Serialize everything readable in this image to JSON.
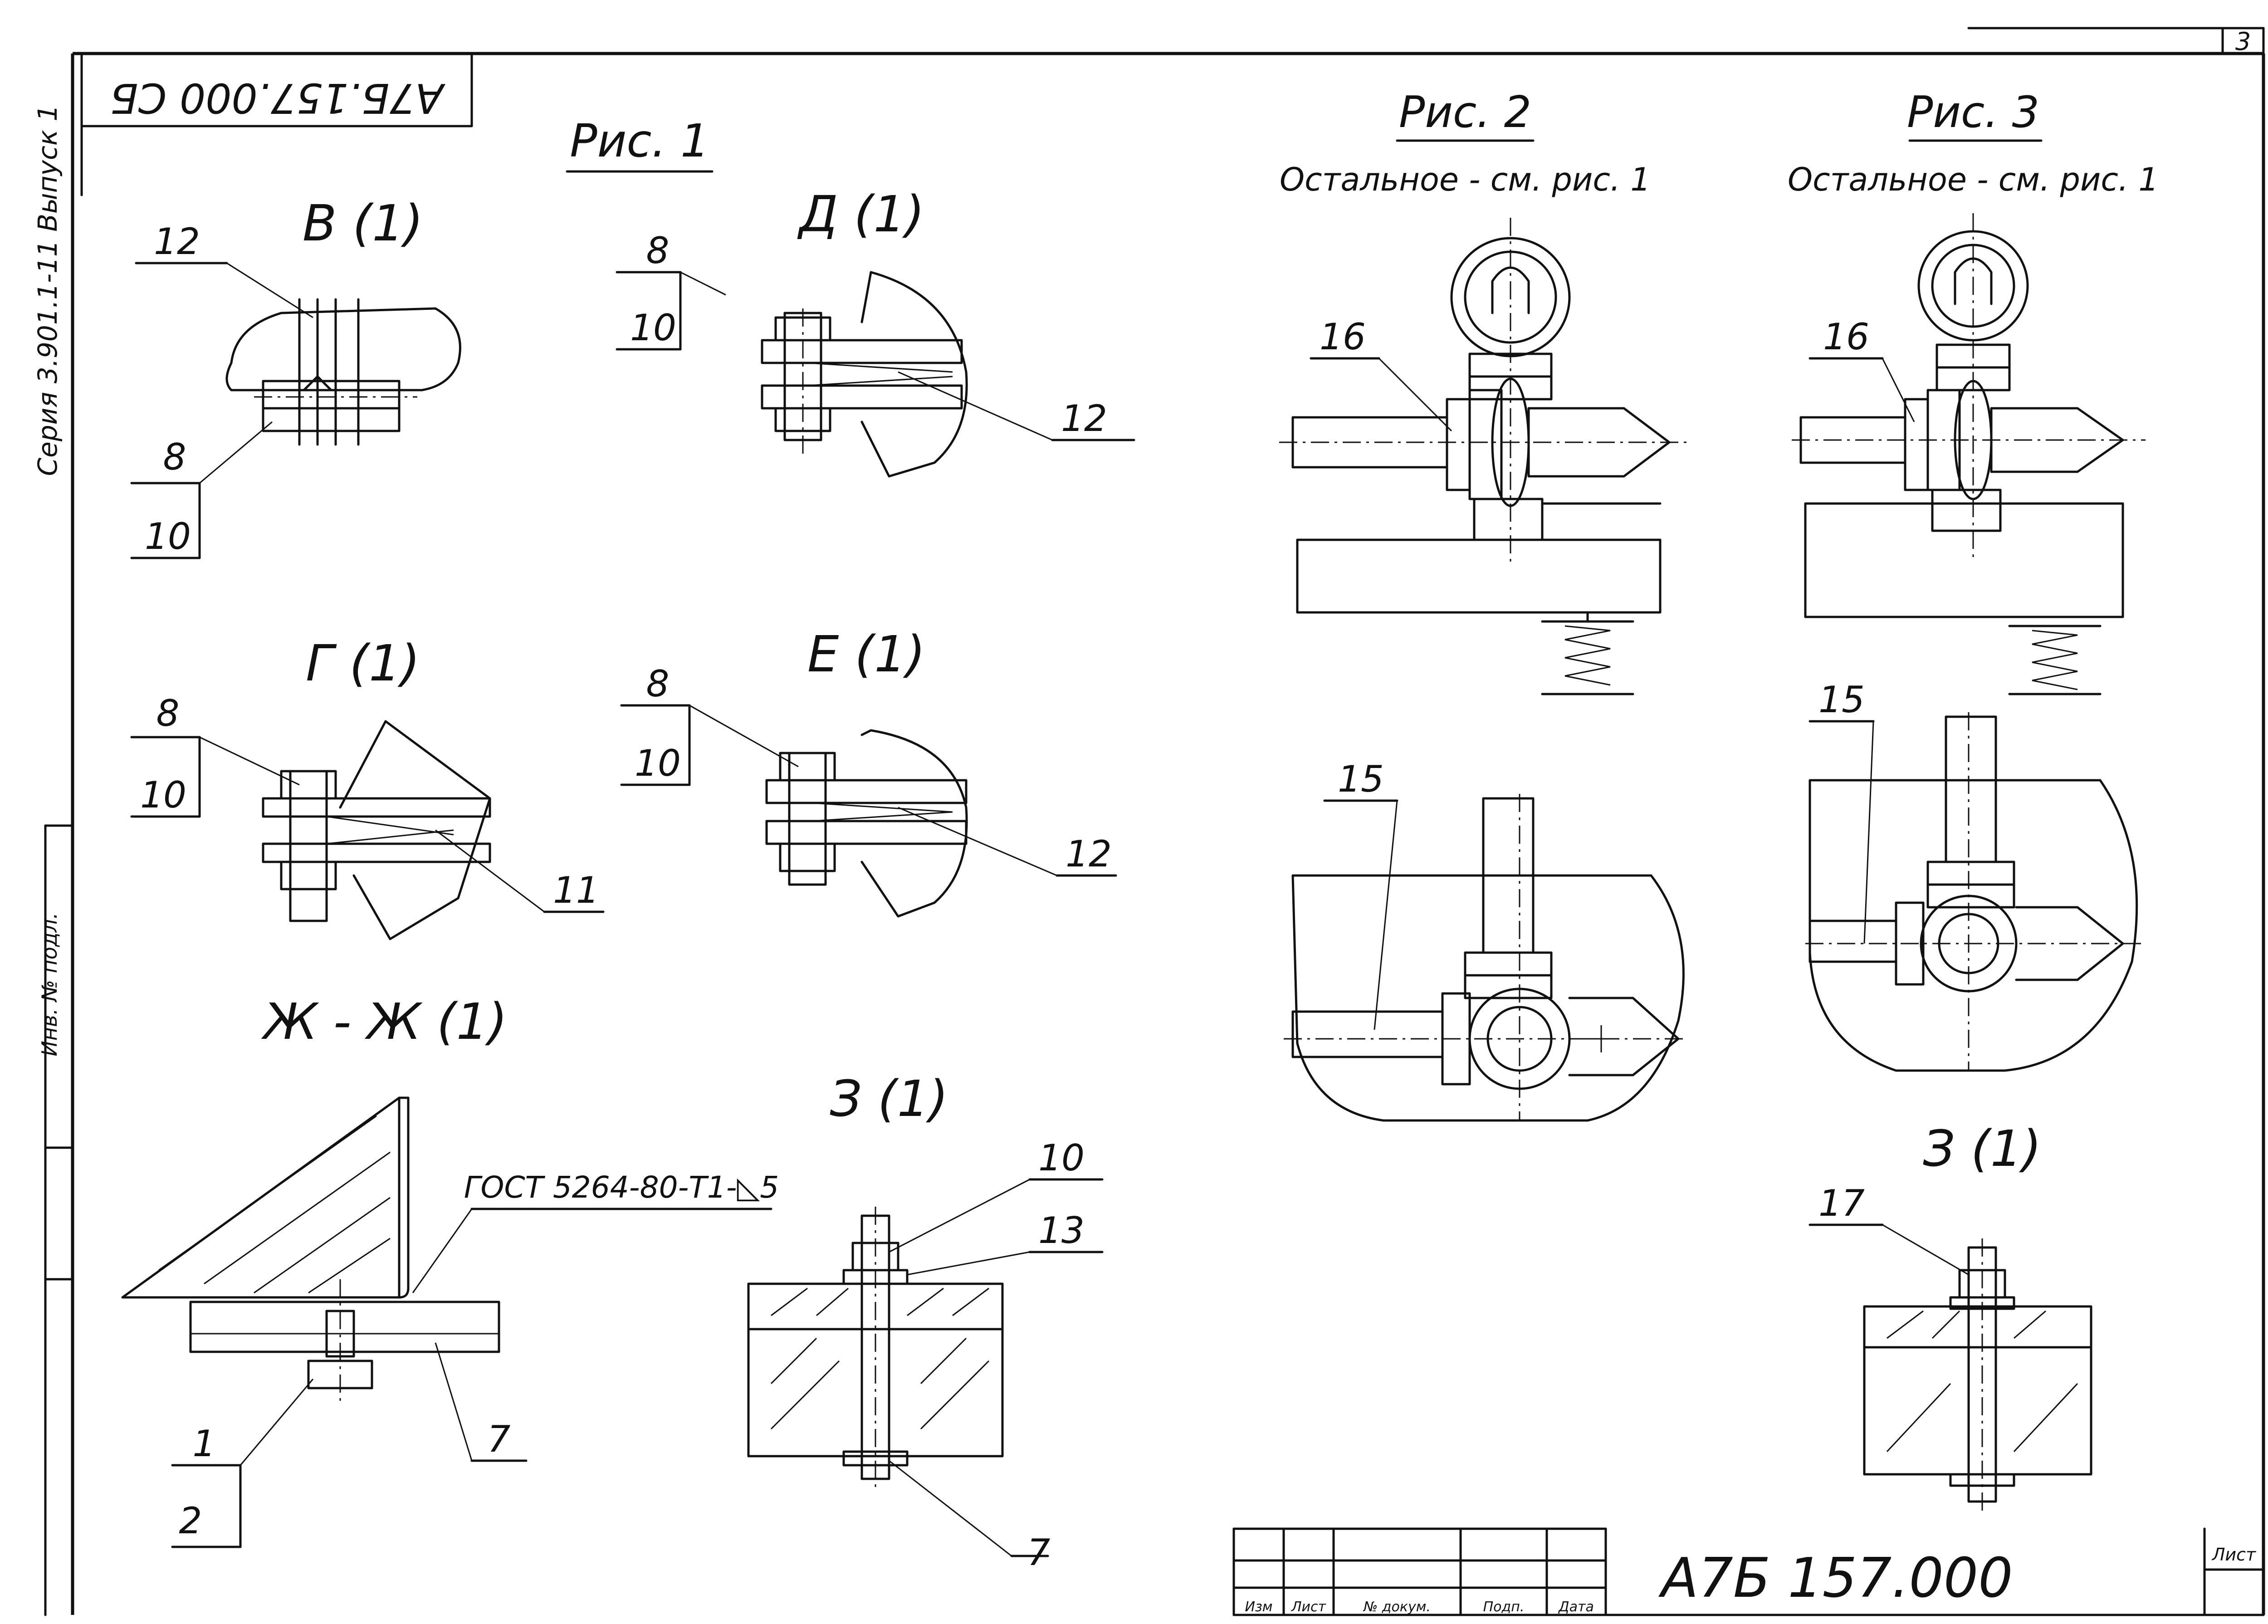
{
  "sheet": {
    "stamp_code": "А7Б.157.000 СБ",
    "side_text": "Серия 3.901.1-11 Выпуск 1",
    "side_text_lower": "Инв. № подл.",
    "sheet_number": "3",
    "title_block_code": "А7Б 157.000",
    "sheet_label": "Лист",
    "revision_headers": [
      "Изм",
      "Лист",
      "№ докум.",
      "Подп.",
      "Дата"
    ]
  },
  "figures": {
    "fig1": "Рис. 1",
    "fig2": "Рис. 2",
    "fig2_note": "Остальное - см. рис. 1",
    "fig3": "Рис. 3",
    "fig3_note": "Остальное - см. рис. 1"
  },
  "views": {
    "v_b": "В (1)",
    "v_g": "Г (1)",
    "v_d": "Д (1)",
    "v_e": "Е (1)",
    "v_zh": "Ж - Ж (1)",
    "v_z1": "З (1)",
    "v_z2": "З (1)"
  },
  "weld_note": "ГОСТ 5264-80-Т1-◺5",
  "callouts": {
    "b_12": "12",
    "b_8": "8",
    "b_10": "10",
    "g_8": "8",
    "g_10": "10",
    "g_11": "11",
    "d_8": "8",
    "d_10": "10",
    "d_12": "12",
    "e_8": "8",
    "e_10": "10",
    "e_12": "12",
    "zh_1": "1",
    "zh_2": "2",
    "zh_7": "7",
    "z_10": "10",
    "z_13": "13",
    "z_7": "7",
    "f2_16": "16",
    "f2_15": "15",
    "f3_16": "16",
    "f3_15": "15",
    "f3_17": "17"
  }
}
